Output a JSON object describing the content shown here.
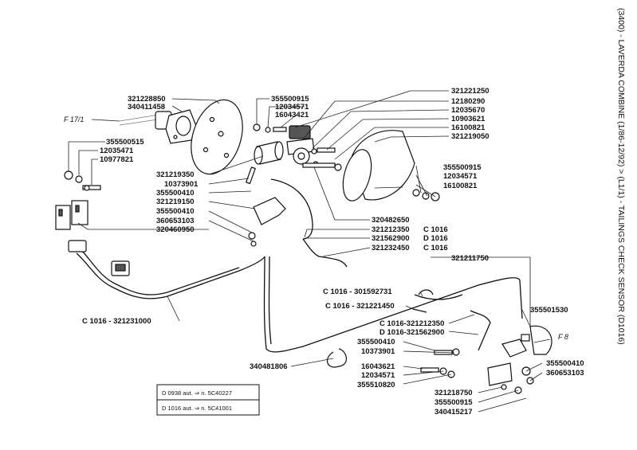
{
  "title": "(3400) - LAVERDA COMBINE (1/86-12/92) > (L1/1) - TAILINGS CHECK SENSOR (D1016)",
  "refs": {
    "f17": "F 17/1",
    "f8": "F 8"
  },
  "labels": {
    "a1": "321228850",
    "a2": "340411458",
    "b1": "355500915",
    "b2": "12034571",
    "b3": "16043421",
    "c1": "321221250",
    "c2": "12180290",
    "c3": "12035670",
    "c4": "10903621",
    "c5": "16100821",
    "c6": "321219050",
    "d1": "355500515",
    "d2": "12035471",
    "d3": "10977821",
    "e1": "321219350",
    "e2": "10373901",
    "e3": "355500410",
    "e4": "321219150",
    "e5": "355500410",
    "e6": "360653103",
    "e7": "320460950",
    "f1": "355500915",
    "f2": "12034571",
    "f3": "16100821",
    "g1": "320482650",
    "h1": "321212350",
    "h1c": "C 1016",
    "h2": "321562900",
    "h2c": "D 1016",
    "h3": "321232450",
    "h3c": "C 1016",
    "i1": "321211750",
    "j1": "C 1016 - 301592731",
    "j2": "C 1016 - 321221450",
    "j3": "355501530",
    "j4": "C 1016-321212350",
    "j5": "D 1016-321562900",
    "k1": "C 1016 - 321231000",
    "m1": "355500410",
    "m2": "10373901",
    "n1": "16043621",
    "n2": "12034571",
    "n3": "355510820",
    "o1": "355500410",
    "o2": "360653103",
    "p1": "321218750",
    "p2": "355500915",
    "p3": "340415217",
    "q1": "340481806"
  },
  "notes": [
    "D 0938  aut. ⇒ n. 5C40227",
    "D 1016  aut. ⇒ n. 5C41001"
  ]
}
